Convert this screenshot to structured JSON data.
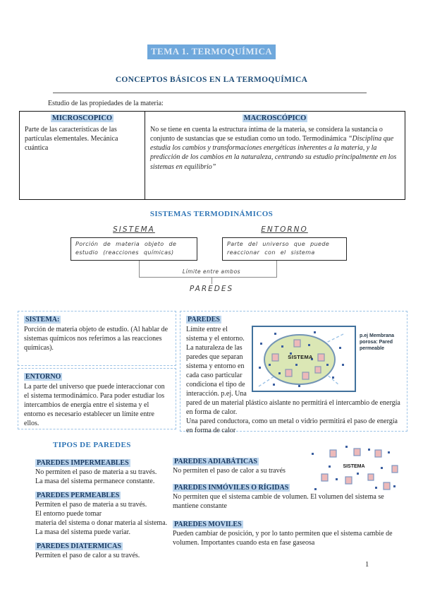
{
  "colors": {
    "accent_blue": "#2e74b5",
    "dark_blue": "#1f4e79",
    "title_highlight_bg": "#6fa8dc",
    "heading_highlight_bg": "#bdd6ee",
    "dashed_border": "#9dc3e6",
    "figure_border": "#41719c",
    "ellipse_fill": "#dbe7b5",
    "square_fill": "#edb9b9",
    "dot_blue": "#3b5fa0"
  },
  "header": {
    "title": "TEMA 1. TERMOQUÍMICA",
    "subtitle": "CONCEPTOS BÁSICOS EN LA TERMOQUÍMICA",
    "intro": "Estudio de las propiedades de la materia:"
  },
  "table": {
    "micro": {
      "header": "MICROSCOPICO",
      "body": "Parte de las características de las partículas elementales. Mecánica cuántica"
    },
    "macro": {
      "header": "MACROSCÓPICO",
      "body_normal": "No se tiene en cuenta la estructura íntima de la materia, se considera la sustancia o conjunto de sustancias que se estudian como un todo. Termodinámica ",
      "body_italic": "“Disciplina que estudia los cambios y transformaciones energéticas inherentes a la materia, y la predicción de los cambios en la naturaleza, centrando su estudio principalmente en los sistemas en equilibrio”"
    }
  },
  "flowchart": {
    "section_title": "SISTEMAS TERMODINÁMICOS",
    "sistema_label": "SISTEMA",
    "sistema_box": "Porción de materia objeto de estudio (reacciones químicas)",
    "entorno_label": "ENTORNO",
    "entorno_box": "Parte del universo que puede reaccionar con el sistema",
    "limite_label": "Límite entre ambos",
    "paredes_label": "PAREDES"
  },
  "definitions": {
    "sistema": {
      "heading": "SISTEMA:",
      "body": "Porción de materia objeto de estudio. (Al hablar de sistemas químicos nos referimos a las reacciones químicas)."
    },
    "entorno": {
      "heading": "ENTORNO",
      "body": "La parte del universo que puede interaccionar con el sistema termodinámico. Para poder estudiar los intercambios de energía entre el sistema y el entorno es necesario establecer un límite entre ellos."
    },
    "paredes": {
      "heading": "PAREDES",
      "paragraphs": [
        "Límite entre el sistema y el entorno.",
        "La naturaleza de las paredes que separan sistema y entorno en cada caso particular condiciona el tipo de interacción. p.ej. Una pared de un material plástico aislante no permitirá el intercambio de energía en forma de calor.",
        "Una pared conductora, como un metal o vidrio permitirá el paso de energía en forma de calor"
      ],
      "figure_label": "SISTEMA",
      "figure_annotation": "p.ej Membrana porosa: Pared permeable"
    }
  },
  "tipos": {
    "section_title": "TIPOS DE PAREDES",
    "left": [
      {
        "heading": "PAREDES IMPERMEABLES",
        "body": "No permiten el paso de materia a su través.\nLa masa del sistema permanece constante."
      },
      {
        "heading": "PAREDES PERMEABLES",
        "body": "Permiten el paso de materia a su través.\nEl entorno puede tomar\nmateria del sistema o donar materia al sistema.\nLa masa del sistema puede variar."
      },
      {
        "heading": "PAREDES DIATERMICAS",
        "body": "Permiten el paso de calor a su través."
      }
    ],
    "right": [
      {
        "heading": "PAREDES ADIABÁTICAS",
        "body": "No permiten el paso de calor a su través"
      },
      {
        "heading": "PAREDES INMÓVILES O RÍGIDAS",
        "body": "No permiten que el sistema cambie de volumen. El volumen del sistema se mantiene constante"
      },
      {
        "heading": "PAREDES MOVILES",
        "body": "Pueden cambiar de posición, y por lo tanto permiten que el sistema cambie de volumen. Importantes cuando esta en fase gaseosa"
      }
    ],
    "figure_label": "SISTEMA"
  },
  "page_number": "1"
}
